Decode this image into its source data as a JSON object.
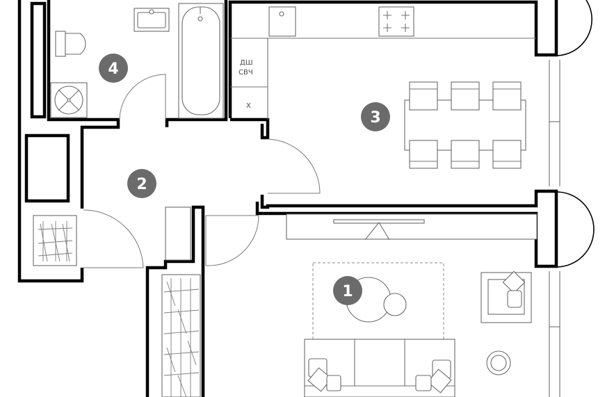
{
  "rooms": [
    {
      "number": "1"
    },
    {
      "number": "2"
    },
    {
      "number": "3"
    },
    {
      "number": "4"
    }
  ],
  "appliance_labels": {
    "dishwasher": "ДШ",
    "microwave": "СВЧ",
    "fridge": "Х"
  },
  "colors": {
    "wall": "#000000",
    "badge": "#6b6b6b",
    "furniture": "#6a6a6a"
  }
}
